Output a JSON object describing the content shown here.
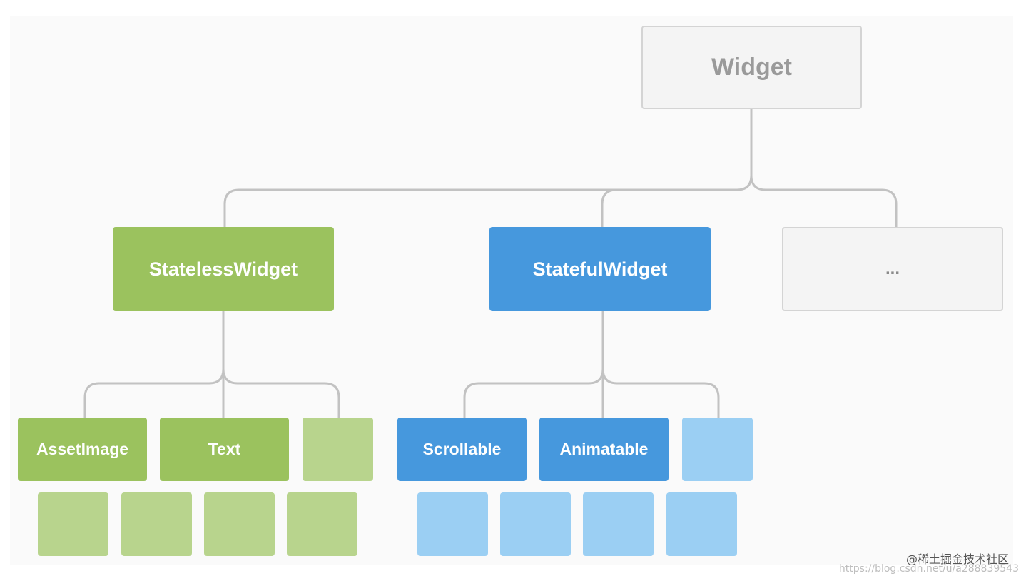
{
  "diagram": {
    "root": {
      "label": "Widget"
    },
    "children": [
      {
        "label": "StatelessWidget"
      },
      {
        "label": "StatefulWidget"
      },
      {
        "label": "..."
      }
    ],
    "stateless_children": [
      "AssetImage",
      "Text"
    ],
    "stateful_children": [
      "Scrollable",
      "Animatable"
    ],
    "colors": {
      "stateless": "#9bc25e",
      "stateless_light": "#b8d48d",
      "stateful": "#4698dd",
      "stateful_light": "#9bcff3",
      "neutral": "#f4f4f4",
      "connector": "#c2c2c2"
    }
  },
  "watermark": {
    "text": "@稀土掘金技术社区",
    "url": "https://blog.csdn.net/u/a288839543"
  }
}
